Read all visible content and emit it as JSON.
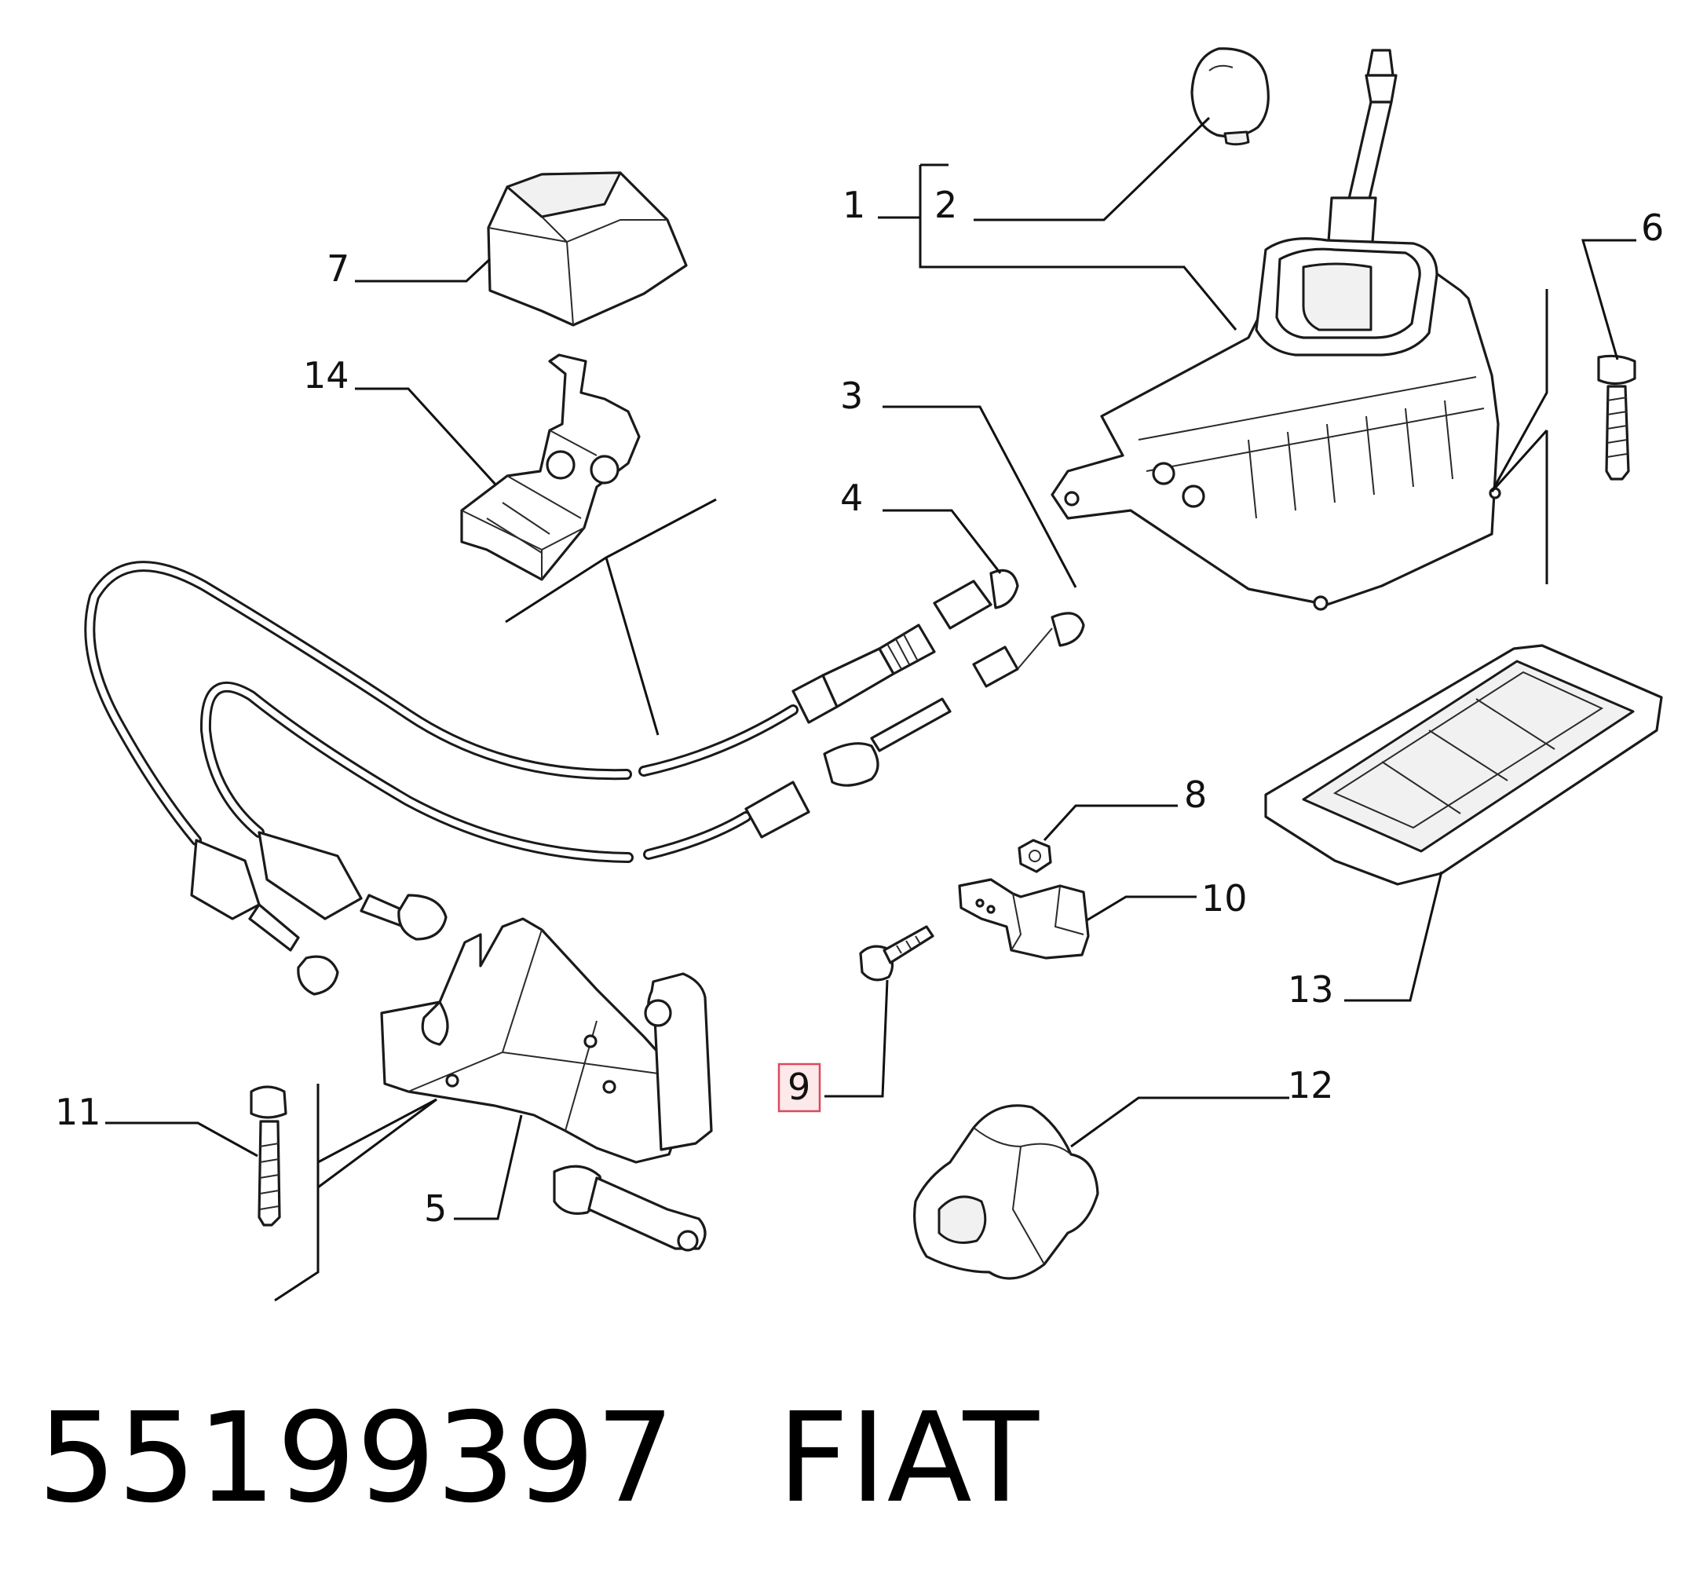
{
  "callouts": {
    "c1": "1",
    "c2": "2",
    "c3": "3",
    "c4": "4",
    "c5": "5",
    "c6": "6",
    "c7": "7",
    "c8": "8",
    "c9": "9",
    "c10": "10",
    "c11": "11",
    "c12": "12",
    "c13": "13",
    "c14": "14"
  },
  "highlighted_callout": "9",
  "footer": {
    "part_number": "55199397",
    "brand": "FIAT"
  },
  "colors": {
    "line": "#1a1a1a",
    "highlight_fill": "#fde8ea",
    "highlight_stroke": "#d94b5c"
  }
}
